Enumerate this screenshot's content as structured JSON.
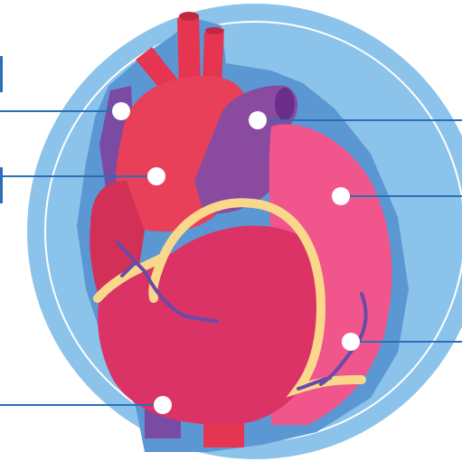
{
  "diagram": {
    "subject": "heart-anatomy",
    "colors": {
      "background_circle": "#8cc3ea",
      "circle_ring": "#ffffff",
      "heart_outline": "#5b97d3",
      "aorta": "#e63550",
      "right_atrium": "#e84058",
      "pulmonary_artery": "#8a4aa0",
      "left_ventricle": "#f0568c",
      "right_ventricle": "#dc3366",
      "vena_cava": "#7b4aa2",
      "coronary_fat": "#f9d88c",
      "coronary_vessel": "#6a4aa8",
      "leader_line": "#2a6fb6",
      "marker": "#ffffff"
    },
    "markers": [
      {
        "id": "superior-vena-cava"
      },
      {
        "id": "right-atrium"
      },
      {
        "id": "pulmonary-artery"
      },
      {
        "id": "left-ventricle"
      },
      {
        "id": "apex"
      },
      {
        "id": "inferior-vena-cava"
      }
    ]
  }
}
